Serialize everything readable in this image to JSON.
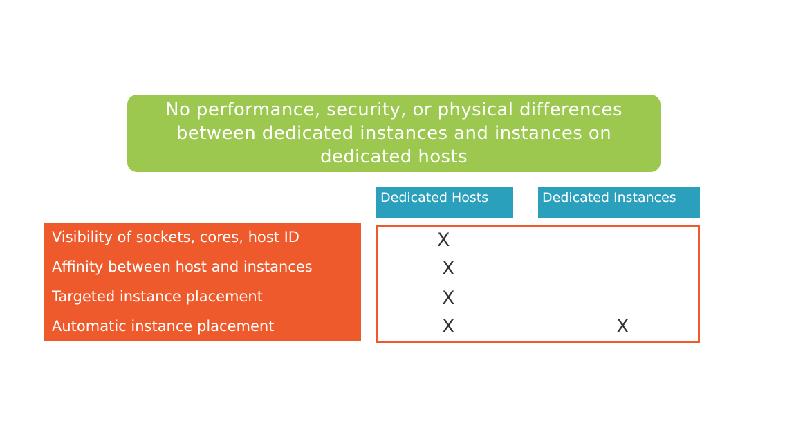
{
  "callout": {
    "text": "No performance, security, or physical differences between dedicated instances and instances on dedicated hosts"
  },
  "columns": {
    "hosts": "Dedicated Hosts",
    "instances": "Dedicated Instances"
  },
  "features": [
    {
      "label": "Visibility of sockets, cores, host ID",
      "hosts": "X",
      "instances": ""
    },
    {
      "label": "Affinity between host and instances",
      "hosts": "X",
      "instances": ""
    },
    {
      "label": "Targeted instance placement",
      "hosts": "X",
      "instances": ""
    },
    {
      "label": "Automatic instance placement",
      "hosts": "X",
      "instances": "X"
    }
  ],
  "colors": {
    "callout": "#9dc850",
    "header": "#2ba0bd",
    "features": "#ee5a2b",
    "grid_border": "#ee5a2b"
  }
}
